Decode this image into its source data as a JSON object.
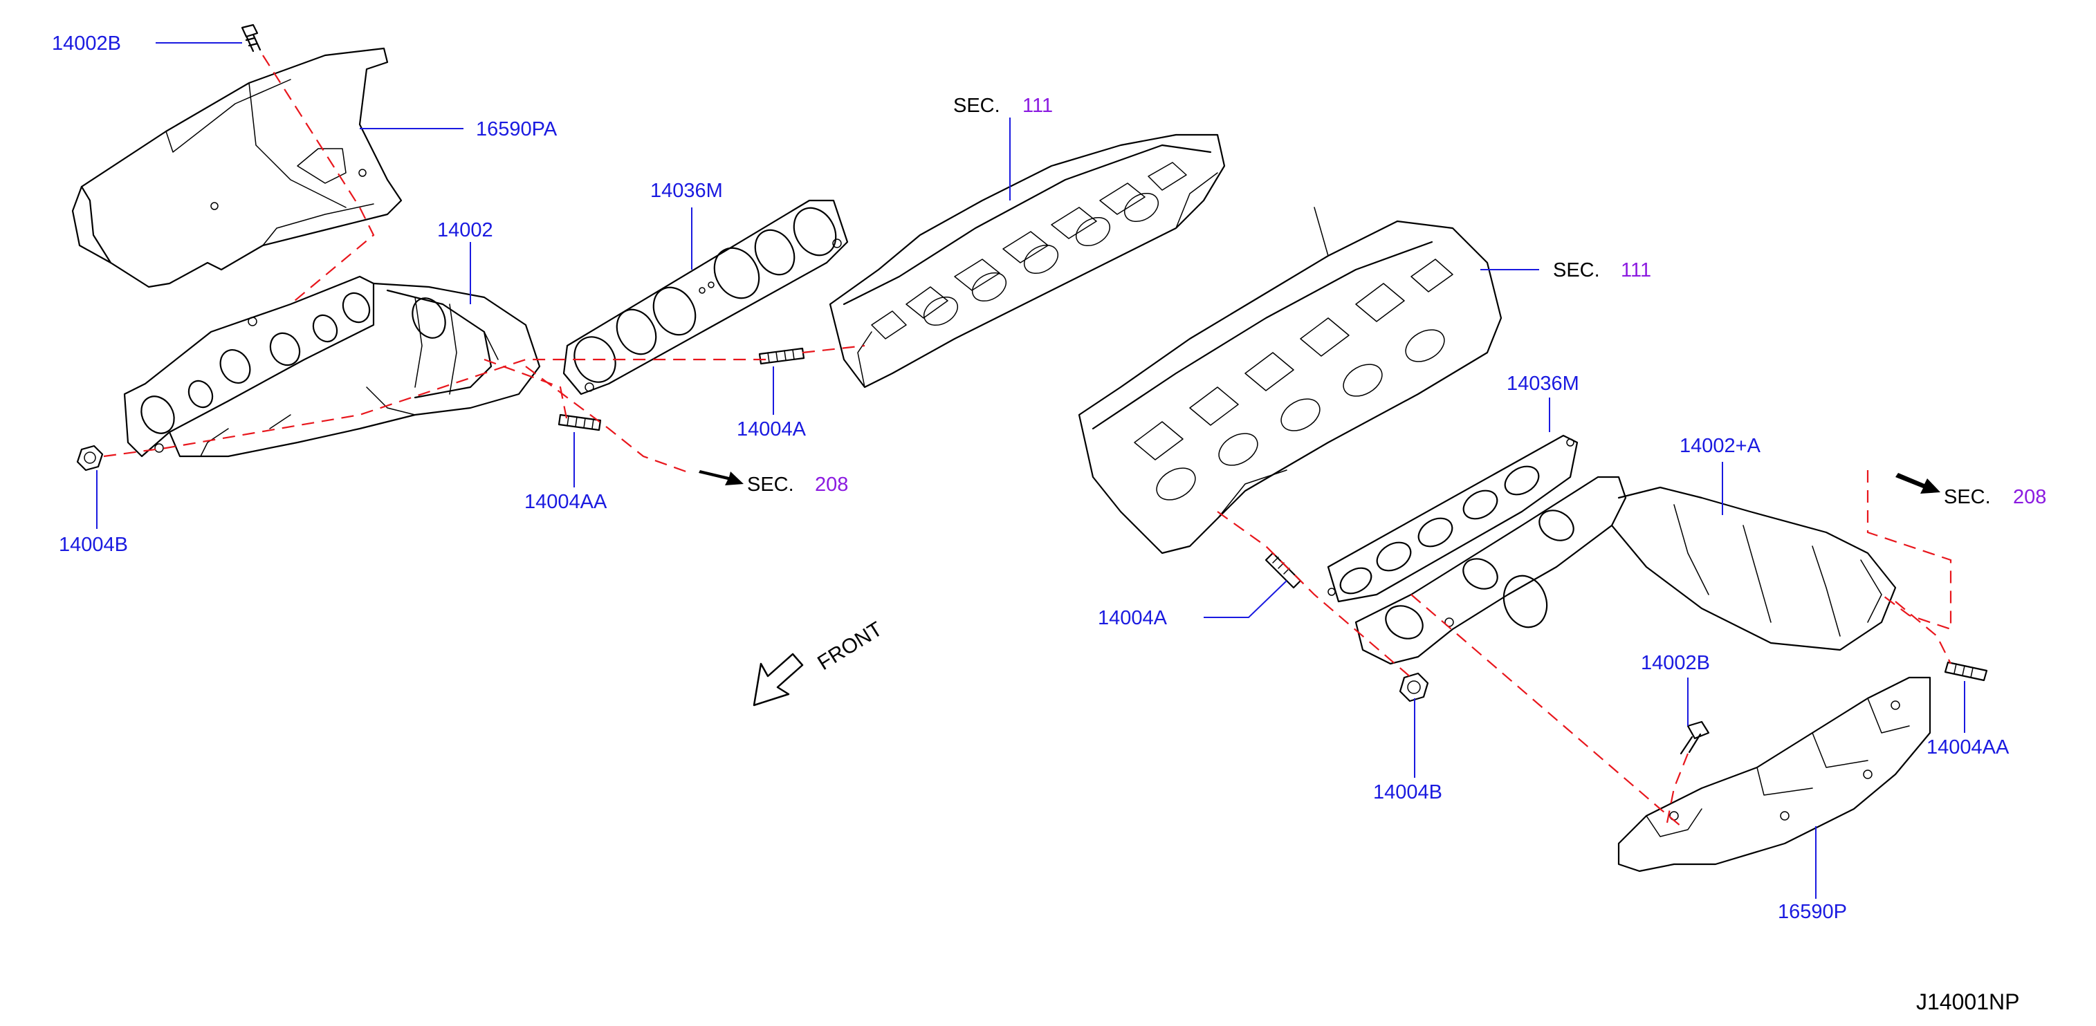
{
  "diagram_code": "J14001NP",
  "front_label": "FRONT",
  "sec_prefix": "SEC.",
  "callouts": {
    "c_14002B_left": "14002B",
    "c_16590PA": "16590PA",
    "c_14002": "14002",
    "c_14036M_left": "14036M",
    "c_14004A_left": "14004A",
    "c_14004AA_left": "14004AA",
    "c_14004B_left": "14004B",
    "c_14036M_right": "14036M",
    "c_14002A": "14002+A",
    "c_14004A_right": "14004A",
    "c_14004B_right": "14004B",
    "c_14002B_right": "14002B",
    "c_14004AA_right": "14004AA",
    "c_16590P": "16590P"
  },
  "section_refs": {
    "sec111_top": "111",
    "sec111_right": "111",
    "sec208_left": "208",
    "sec208_right": "208"
  },
  "colors": {
    "part_label": "#1a1ae0",
    "section_number": "#8b1ae0",
    "phantom_line": "#e8161c",
    "outline": "#000000"
  }
}
